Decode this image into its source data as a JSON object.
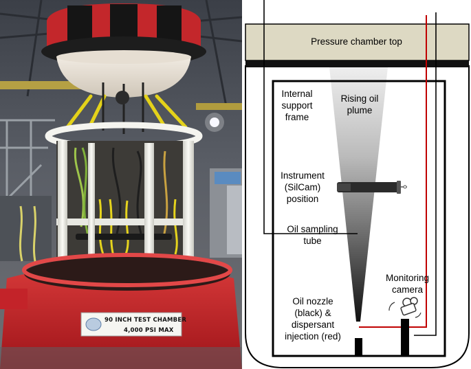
{
  "photo": {
    "plate_line1": "90 INCH TEST CHAMBER",
    "plate_line2": "4,000 PSI MAX"
  },
  "diagram": {
    "chamber_top": "Pressure chamber top",
    "support_frame": [
      "Internal",
      "support",
      "frame"
    ],
    "oil_plume": [
      "Rising oil",
      "plume"
    ],
    "instrument": [
      "Instrument",
      "(SilCam)",
      "position"
    ],
    "sampling_tube": [
      "Oil sampling",
      "tube"
    ],
    "monitoring_camera": [
      "Monitoring",
      "camera"
    ],
    "nozzle": [
      "Oil nozzle",
      "(black) &",
      "dispersant",
      "injection (red)"
    ]
  },
  "colors": {
    "chamber_top_fill": "#ddd9c3",
    "dispersant_line": "#c00000",
    "chamber_red": "#c9262b"
  }
}
